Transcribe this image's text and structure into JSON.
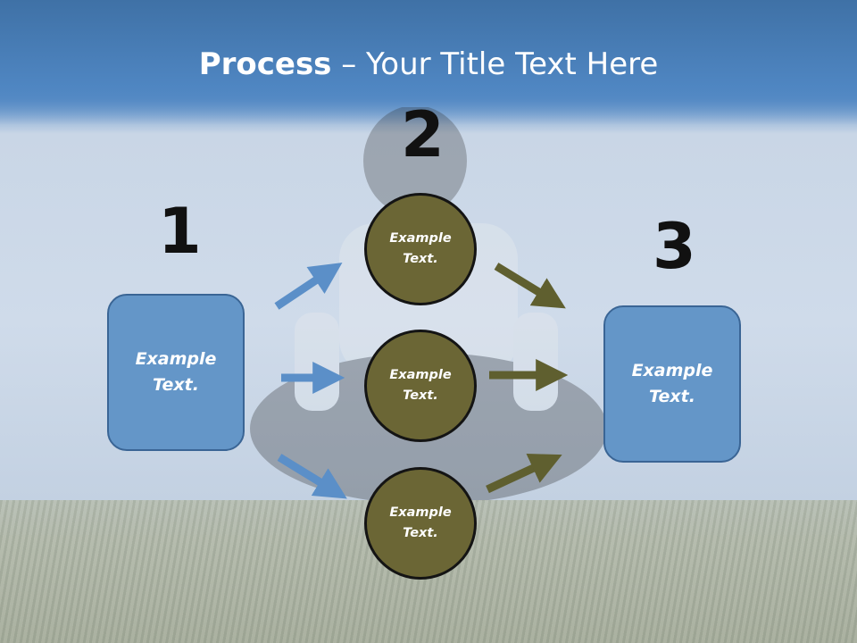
{
  "title": {
    "bold": "Process",
    "rest": " – Your Title Text Here"
  },
  "steps": [
    {
      "number": "1",
      "text_line1": "Example",
      "text_line2": "Text."
    },
    {
      "number": "2",
      "items": [
        {
          "text_line1": "Example",
          "text_line2": "Text."
        },
        {
          "text_line1": "Example",
          "text_line2": "Text."
        },
        {
          "text_line1": "Example",
          "text_line2": "Text."
        }
      ]
    },
    {
      "number": "3",
      "text_line1": "Example",
      "text_line2": "Text."
    }
  ],
  "colors": {
    "box_fill": "#6496c8",
    "circle_fill": "#6b6635",
    "blue_arrow": "#5b8fc8",
    "olive_arrow": "#5f5f2f"
  }
}
